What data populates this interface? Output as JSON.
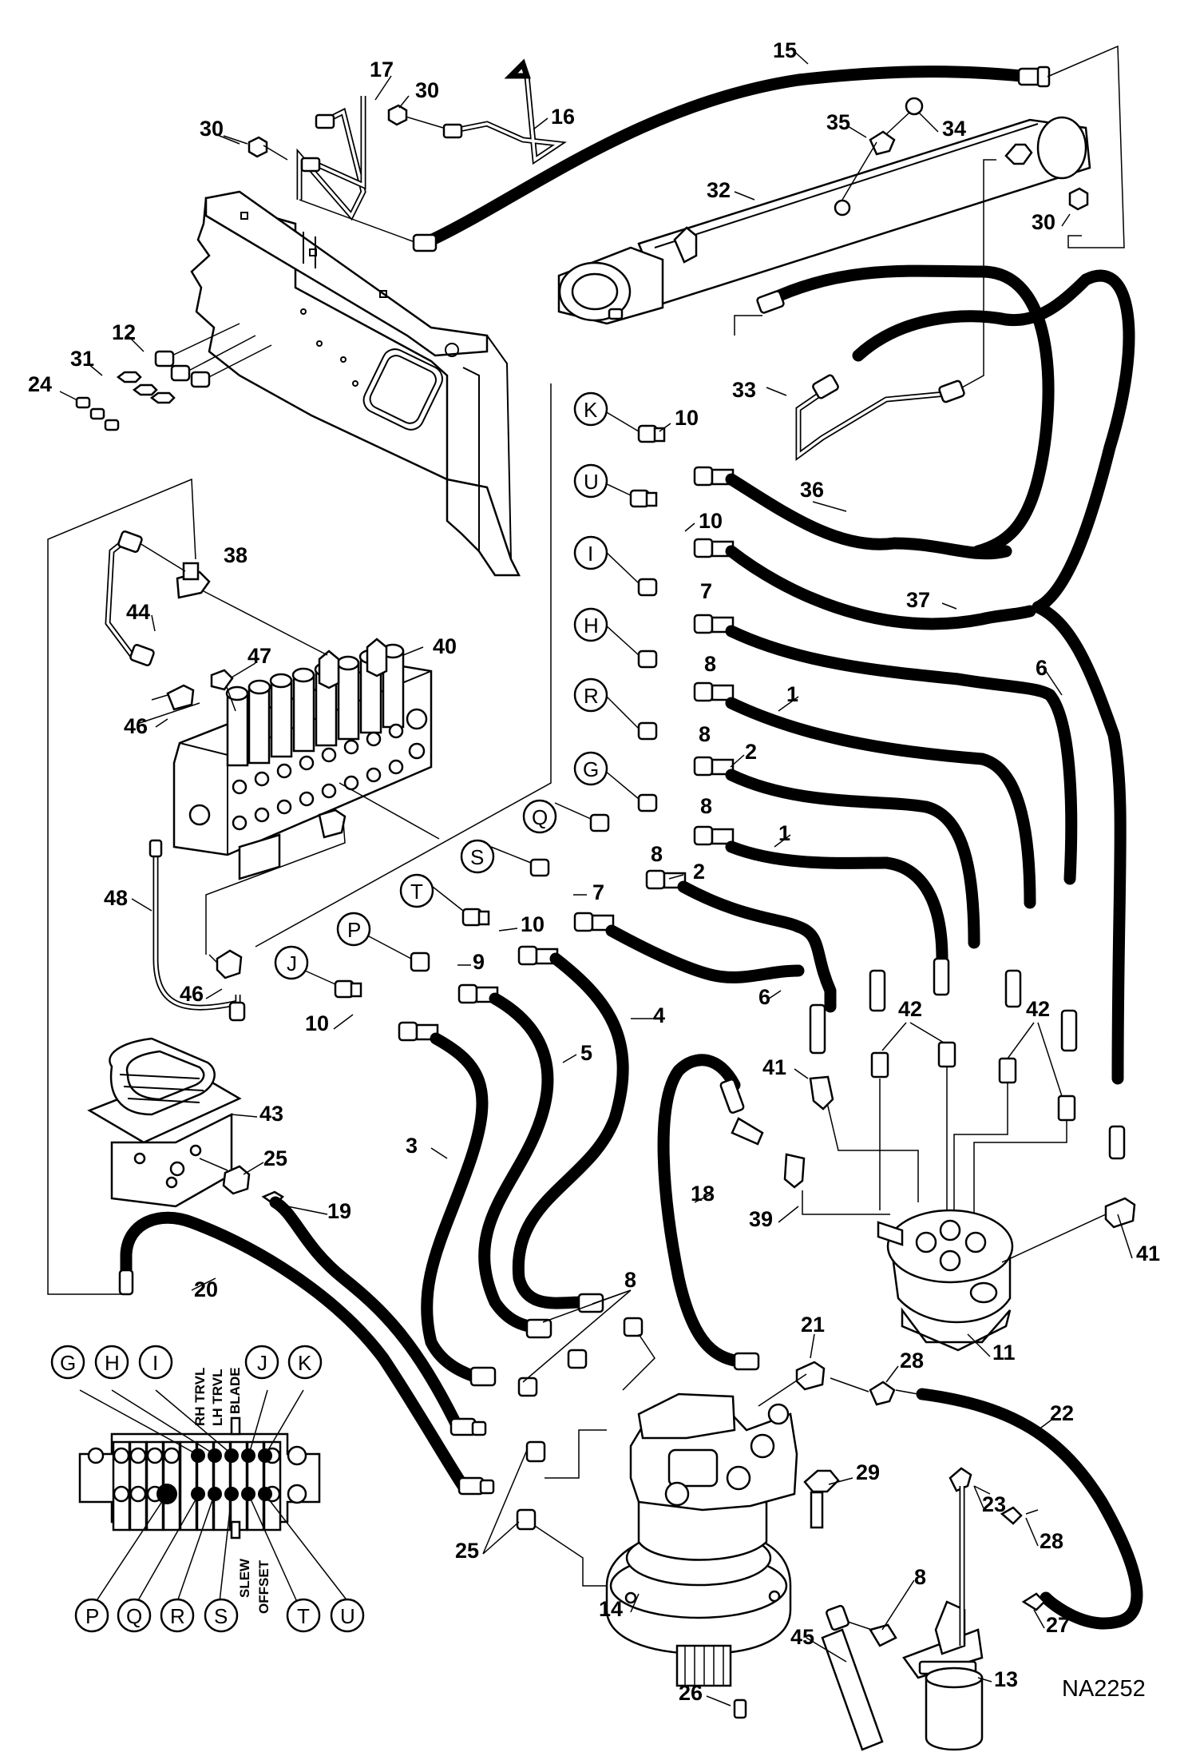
{
  "diagram": {
    "drawing_code": "NA2252",
    "callouts": [
      {
        "id": "c15",
        "text": "15"
      },
      {
        "id": "c17",
        "text": "17"
      },
      {
        "id": "c30a",
        "text": "30"
      },
      {
        "id": "c30b",
        "text": "30"
      },
      {
        "id": "c16",
        "text": "16"
      },
      {
        "id": "c35",
        "text": "35"
      },
      {
        "id": "c34",
        "text": "34"
      },
      {
        "id": "c32",
        "text": "32"
      },
      {
        "id": "c30c",
        "text": "30"
      },
      {
        "id": "c12",
        "text": "12"
      },
      {
        "id": "c31",
        "text": "31"
      },
      {
        "id": "c24",
        "text": "24"
      },
      {
        "id": "c33",
        "text": "33"
      },
      {
        "id": "c10a",
        "text": "10"
      },
      {
        "id": "c36",
        "text": "36"
      },
      {
        "id": "c10b",
        "text": "10"
      },
      {
        "id": "c38",
        "text": "38"
      },
      {
        "id": "c7a",
        "text": "7"
      },
      {
        "id": "c37",
        "text": "37"
      },
      {
        "id": "c44",
        "text": "44"
      },
      {
        "id": "c40",
        "text": "40"
      },
      {
        "id": "c47",
        "text": "47"
      },
      {
        "id": "c8a",
        "text": "8"
      },
      {
        "id": "c6a",
        "text": "6"
      },
      {
        "id": "c1a",
        "text": "1"
      },
      {
        "id": "c46a",
        "text": "46"
      },
      {
        "id": "c8b",
        "text": "8"
      },
      {
        "id": "c2a",
        "text": "2"
      },
      {
        "id": "c8c",
        "text": "8"
      },
      {
        "id": "c1b",
        "text": "1"
      },
      {
        "id": "c8d",
        "text": "8"
      },
      {
        "id": "c2b",
        "text": "2"
      },
      {
        "id": "c7b",
        "text": "7"
      },
      {
        "id": "c48",
        "text": "48"
      },
      {
        "id": "c10c",
        "text": "10"
      },
      {
        "id": "c9",
        "text": "9"
      },
      {
        "id": "c6b",
        "text": "6"
      },
      {
        "id": "c4",
        "text": "4"
      },
      {
        "id": "c46b",
        "text": "46"
      },
      {
        "id": "c42a",
        "text": "42"
      },
      {
        "id": "c42b",
        "text": "42"
      },
      {
        "id": "c10d",
        "text": "10"
      },
      {
        "id": "c5",
        "text": "5"
      },
      {
        "id": "c41a",
        "text": "41"
      },
      {
        "id": "c43",
        "text": "43"
      },
      {
        "id": "c3",
        "text": "3"
      },
      {
        "id": "c25a",
        "text": "25"
      },
      {
        "id": "c18",
        "text": "18"
      },
      {
        "id": "c39",
        "text": "39"
      },
      {
        "id": "c19",
        "text": "19"
      },
      {
        "id": "c41b",
        "text": "41"
      },
      {
        "id": "c20",
        "text": "20"
      },
      {
        "id": "c8e",
        "text": "8"
      },
      {
        "id": "c11",
        "text": "11"
      },
      {
        "id": "c21",
        "text": "21"
      },
      {
        "id": "c28a",
        "text": "28"
      },
      {
        "id": "c22",
        "text": "22"
      },
      {
        "id": "c29",
        "text": "29"
      },
      {
        "id": "c23",
        "text": "23"
      },
      {
        "id": "c28b",
        "text": "28"
      },
      {
        "id": "c25b",
        "text": "25"
      },
      {
        "id": "c8f",
        "text": "8"
      },
      {
        "id": "c27",
        "text": "27"
      },
      {
        "id": "c14",
        "text": "14"
      },
      {
        "id": "c45",
        "text": "45"
      },
      {
        "id": "c13",
        "text": "13"
      },
      {
        "id": "c26",
        "text": "26"
      }
    ],
    "port_letters": [
      {
        "id": "K",
        "text": "K"
      },
      {
        "id": "U",
        "text": "U"
      },
      {
        "id": "I",
        "text": "I"
      },
      {
        "id": "H",
        "text": "H"
      },
      {
        "id": "R",
        "text": "R"
      },
      {
        "id": "G",
        "text": "G"
      },
      {
        "id": "Q",
        "text": "Q"
      },
      {
        "id": "S",
        "text": "S"
      },
      {
        "id": "T",
        "text": "T"
      },
      {
        "id": "P",
        "text": "P"
      },
      {
        "id": "J",
        "text": "J"
      }
    ],
    "inset": {
      "top_letters": [
        "G",
        "H",
        "I",
        "J",
        "K"
      ],
      "bottom_letters": [
        "P",
        "Q",
        "R",
        "S",
        "T",
        "U"
      ],
      "labels_top": [
        "RH TRVL",
        "LH TRVL",
        "BLADE"
      ],
      "labels_bottom": [
        "SLEW",
        "OFFSET"
      ]
    }
  }
}
